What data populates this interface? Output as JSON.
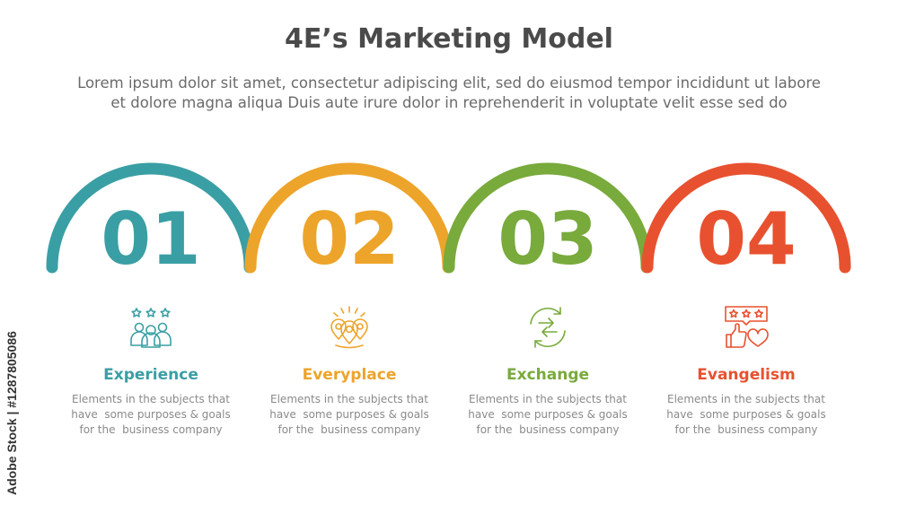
{
  "title": "4E’s Marketing Model",
  "subtitle": [
    "Lorem ipsum dolor sit amet, consectetur adipiscing elit, sed do eiusmod tempor incididunt ut labore",
    "et dolore magna aliqua Duis aute irure dolor in reprehenderit in voluptate velit esse sed do"
  ],
  "steps": [
    {
      "number": "01",
      "label": "Experience",
      "color": "#3a9fa4",
      "icon": "people-rating-icon",
      "desc": [
        "Elements in the subjects that",
        "have  some purposes & goals",
        "for the  business company"
      ]
    },
    {
      "number": "02",
      "label": "Everyplace",
      "color": "#eda42a",
      "icon": "location-pins-icon",
      "desc": [
        "Elements in the subjects that",
        "have  some purposes & goals",
        "for the  business company"
      ]
    },
    {
      "number": "03",
      "label": "Exchange",
      "color": "#79aa3c",
      "icon": "exchange-arrows-icon",
      "desc": [
        "Elements in the subjects that",
        "have  some purposes & goals",
        "for the  business company"
      ]
    },
    {
      "number": "04",
      "label": "Evangelism",
      "color": "#e8512f",
      "icon": "review-like-love-icon",
      "desc": [
        "Elements in the subjects that",
        "have  some purposes & goals",
        "for the  business company"
      ]
    }
  ],
  "watermark": "Adobe Stock | #1287805086"
}
